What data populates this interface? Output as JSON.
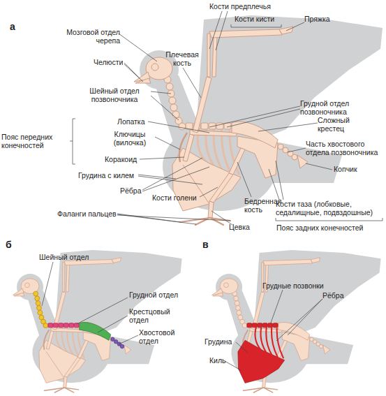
{
  "diagram": {
    "labels": [
      "а",
      "Кости предплечья",
      "Мозговой отдел черепа",
      "Плечевая кость",
      "Кости кисти",
      "Пряжка",
      "Челюсти",
      "Шейный отдел позвоночника",
      "Грудной отдел позвоночника",
      "Лопатка",
      "Ключицы (вилочка)",
      "Коракоид",
      "Пояс передних конечностей",
      "Сложный крестец",
      "Часть хвостового отдела позвоночника",
      "Грудина с килем",
      "Копчик",
      "Рёбра",
      "Кости голени",
      "Бедренная кость",
      "Фаланги пальцев",
      "Кости таза (лобковые, седалищные, подвздошные)",
      "Цевка",
      "Пояс задних конечностей",
      "б",
      "Шейный отдел",
      "Грудной отдел",
      "Крестцовый отдел",
      "Хвостовой отдел",
      "в",
      "Грудные позвонки",
      "Рёбра",
      "Грудина",
      "Киль"
    ]
  }
}
